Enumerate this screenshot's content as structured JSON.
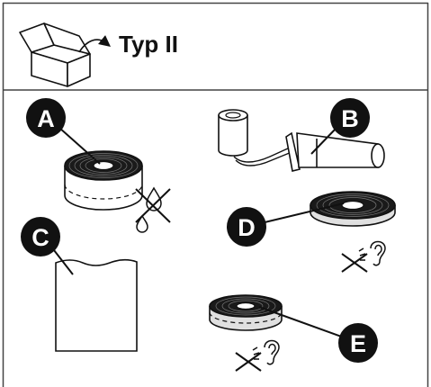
{
  "title": "Typ II",
  "labels": {
    "a": "A",
    "b": "B",
    "c": "C",
    "d": "D",
    "e": "E"
  },
  "icons": {
    "box": "open-box-icon",
    "tape_a": "wound-tape-roll-icon",
    "applicator": "tape-applicator-icon",
    "sheet": "sheet-icon",
    "tape_d": "thin-tape-roll-icon",
    "tape_e": "wide-tape-roll-icon",
    "no_water": "no-water-icon",
    "no_sound_d": "no-hearing-icon",
    "no_sound_e": "no-hearing-icon"
  },
  "colors": {
    "ink": "#111111",
    "frame": "#444444",
    "badge": "#111111",
    "tape_light": "#e0e0e0"
  }
}
